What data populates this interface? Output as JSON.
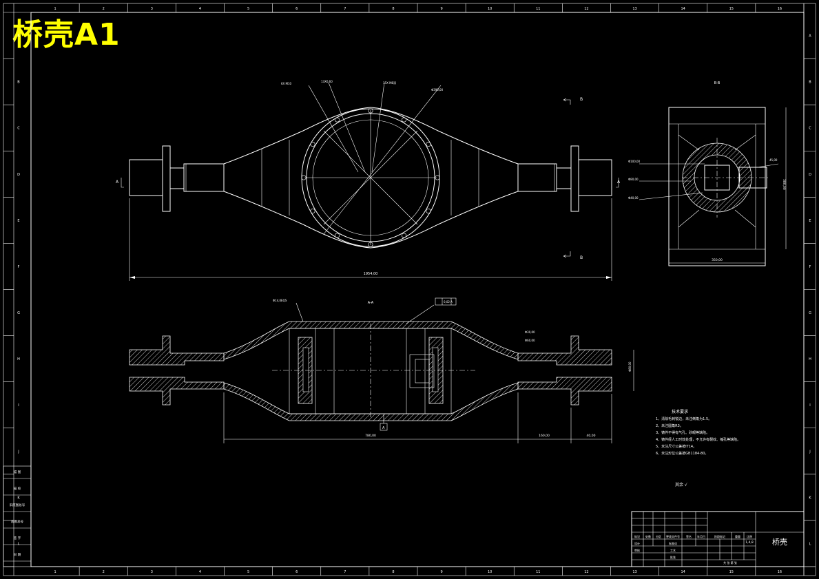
{
  "title": "桥壳A1",
  "colors": {
    "background": "#000000",
    "lines": "#ffffff",
    "title": "#ffff00"
  },
  "border": {
    "top_numbers": [
      "1",
      "2",
      "3",
      "4",
      "5",
      "6",
      "7",
      "8",
      "9",
      "10",
      "11",
      "12",
      "13",
      "14",
      "15",
      "16"
    ],
    "right_letters": [
      "A",
      "B",
      "C",
      "D",
      "E",
      "F",
      "G",
      "H",
      "I",
      "J",
      "K",
      "L"
    ]
  },
  "top_view": {
    "overall_length": "1954,00",
    "section_marks": [
      "A",
      "A",
      "B",
      "B"
    ],
    "leaders": [
      "6X M10",
      "13X0,60",
      "15X M8深",
      "Φ390,00"
    ]
  },
  "side_view": {
    "label": "B-B",
    "width_dim": "350,00",
    "height_dim": "380,00",
    "leaders": [
      "Φ100,00",
      "Φ80,00",
      "Φ40,00",
      "45,00"
    ]
  },
  "section_view": {
    "label": "A-A",
    "length_dims": [
      "780,00",
      "160,00",
      "40,00"
    ],
    "feature_frames": [
      "Φ14,0EQS",
      "0,02 A",
      "Φ60,00",
      "Φ30,00",
      "Φ80,00"
    ],
    "datum": "A"
  },
  "technical_requirements": {
    "heading": "技术要求",
    "items": [
      "1、清除毛刺锐边，未注倒角为1.5。",
      "2、未注圆角R3。",
      "3、铸件不得有气孔、砂眼等缺陷。",
      "4、铸件经人工时效处理，不允许有裂纹、缩孔等缺陷。",
      "5、未注尺寸公差按IT14。",
      "6、未注形位公差按GB1184-80。"
    ],
    "roughness_note": "其余 √"
  },
  "title_block": {
    "part_name": "桥壳",
    "scale": "1,4,8",
    "labels": [
      "标记",
      "处数",
      "分区",
      "更改文件号",
      "签名",
      "年月日",
      "设计",
      "标准化",
      "审核",
      "工艺",
      "批准",
      "阶段标记",
      "重量",
      "比例",
      "共 张 第 张"
    ]
  },
  "left_sidebar": [
    "描 图",
    "描 校",
    "旧底图总号",
    "底图总号",
    "签 字",
    "日 期"
  ]
}
